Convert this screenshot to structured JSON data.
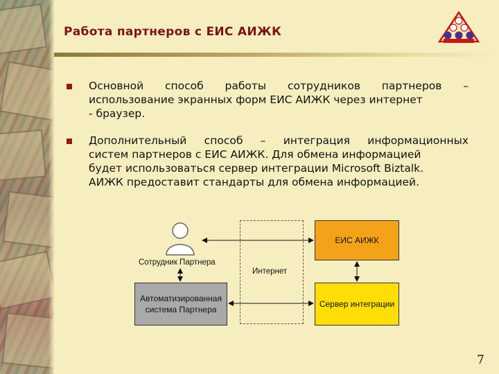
{
  "slide": {
    "title": "Работа партнеров с ЕИС АИЖК",
    "page_number": "7"
  },
  "bullets": [
    {
      "lines": [
        "Основной способ работы сотрудников партнеров –",
        "использование экранных форм ЕИС АИЖК через интернет",
        "- браузер."
      ]
    },
    {
      "lines": [
        "Дополнительный способ – интеграция информационных",
        "систем партнеров с ЕИС АИЖК. Для обмена информацией",
        "будет использоваться сервер интеграции Microsoft Biztalk.",
        "АИЖК предоставит стандарты для обмена информацией."
      ]
    }
  ],
  "diagram": {
    "user_label": "Сотрудник Партнера",
    "internet_label": "Интернет",
    "partner_system": [
      "Автоматизированная",
      "система Партнера"
    ],
    "eis_box": "ЕИС АИЖК",
    "integration_server": "Сервер интеграции"
  },
  "colors": {
    "title": "#7a1616",
    "bullet": "#8c1c13",
    "background": "#f7eebf",
    "eis_box": "#f5a21b",
    "integration_box": "#ffde08",
    "partner_box": "#a9a9a9"
  },
  "icons": [
    "user-icon",
    "logo-icon"
  ]
}
